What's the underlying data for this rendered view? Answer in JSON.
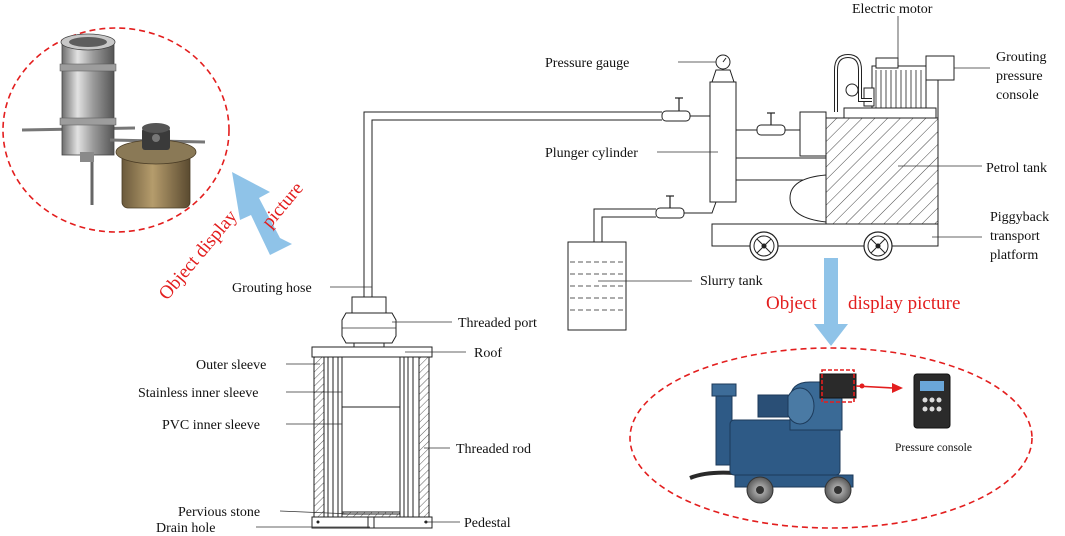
{
  "labels": {
    "electric_motor": "Electric motor",
    "pressure_gauge": "Pressure gauge",
    "grouting_pressure_console": [
      "Grouting",
      "pressure",
      "console"
    ],
    "plunger_cylinder": "Plunger cylinder",
    "petrol_tank": "Petrol tank",
    "piggyback_transport_platform": [
      "Piggyback",
      "transport",
      "platform"
    ],
    "slurry_tank": "Slurry tank",
    "grouting_hose": "Grouting hose",
    "threaded_port": "Threaded port",
    "roof": "Roof",
    "outer_sleeve": "Outer sleeve",
    "stainless_inner_sleeve": "Stainless inner sleeve",
    "pvc_inner_sleeve": "PVC inner sleeve",
    "threaded_rod": "Threaded rod",
    "pervious_stone": "Pervious stone",
    "drain_hole": "Drain hole",
    "pedestal": "Pedestal",
    "pressure_console": "Pressure console"
  },
  "callouts": {
    "left_word1": "Object display",
    "left_word2": "picture",
    "right_word1": "Object",
    "right_word2": "display picture"
  },
  "colors": {
    "callout_red": "#e31e1e",
    "arrow_blue": "#8fc3e8",
    "pump_blue": "#2e5a86"
  }
}
